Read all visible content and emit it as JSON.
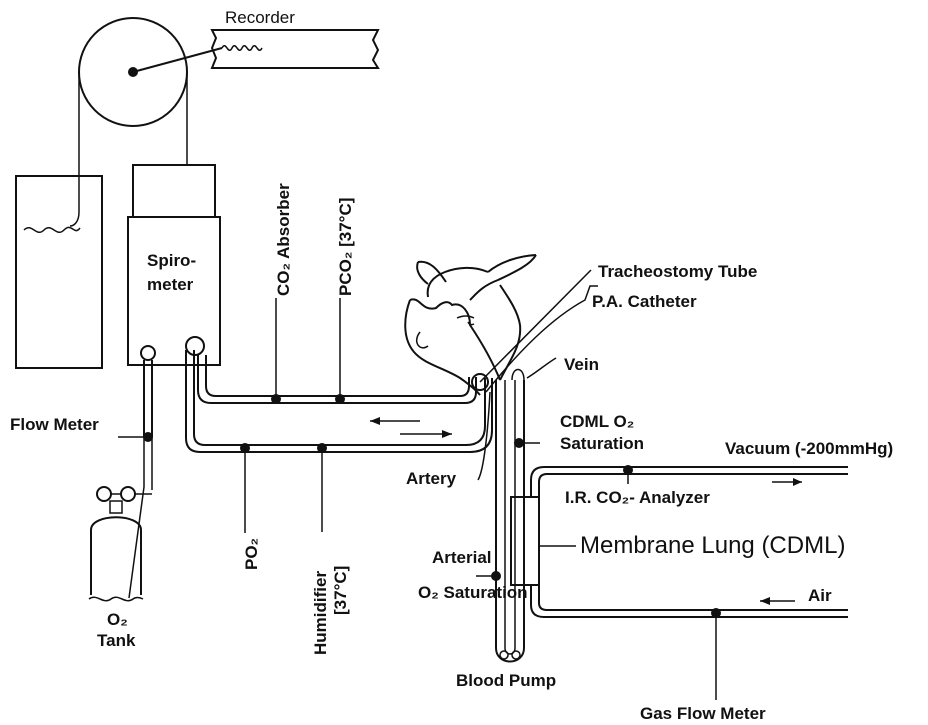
{
  "labels": {
    "recorder": "Recorder",
    "spirometer_line1": "Spiro-",
    "spirometer_line2": "meter",
    "co2_absorber": "CO₂ Absorber",
    "pco2": "PCO₂ [37°C]",
    "tracheostomy_tube": "Tracheostomy Tube",
    "pa_catheter": "P.A. Catheter",
    "vein": "Vein",
    "cdml_o2_line1": "CDML O₂",
    "cdml_o2_line2": "Saturation",
    "vacuum": "Vacuum (-200mmHg)",
    "flow_meter": "Flow Meter",
    "artery": "Artery",
    "ir_co2_analyzer": "I.R. CO₂- Analyzer",
    "membrane_lung": "Membrane Lung (CDML)",
    "po2": "PO₂",
    "humidifier_line1": "Humidifier",
    "humidifier_line2": "[37°C]",
    "arterial_line1": "Arterial",
    "arterial_line2": "O₂ Saturation",
    "air": "Air",
    "o2_tank_line1": "O₂",
    "o2_tank_line2": "Tank",
    "blood_pump": "Blood Pump",
    "gas_flow_meter": "Gas Flow Meter"
  }
}
